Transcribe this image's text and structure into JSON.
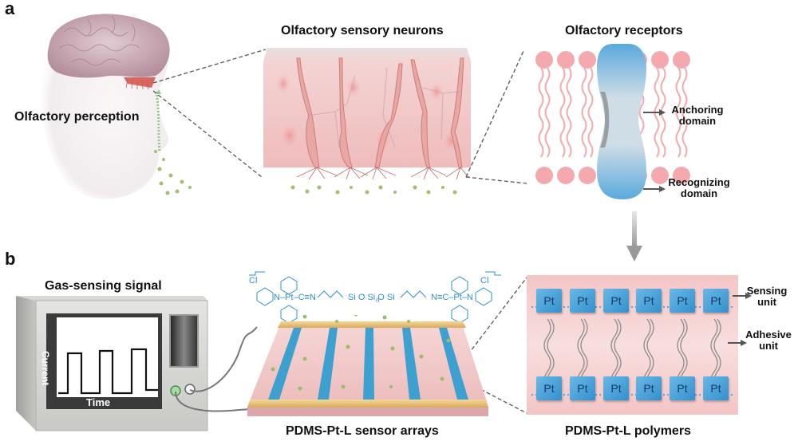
{
  "panels": {
    "a": {
      "letter": "a",
      "perception_label": "Olfactory perception",
      "neurons_title": "Olfactory sensory neurons",
      "receptors_title": "Olfactory receptors",
      "anchoring_label_1": "Anchoring",
      "anchoring_label_2": "domain",
      "recognizing_label_1": "Recognizing",
      "recognizing_label_2": "domain"
    },
    "b": {
      "letter": "b",
      "signal_title": "Gas-sensing signal",
      "y_axis": "Current",
      "x_axis": "Time",
      "array_label": "PDMS-Pt-L sensor arrays",
      "polymer_label": "PDMS-Pt-L polymers",
      "sensing_label_1": "Sensing",
      "sensing_label_2": "unit",
      "adhesive_label_1": "Adhesive",
      "adhesive_label_2": "unit",
      "pt_label": "Pt",
      "chem": {
        "counter_ion": "Cl",
        "left_fragment": "N–Pt–C≡N",
        "right_fragment": "N≡C–Pt–N",
        "siloxane": "Si O Si O Si",
        "repeat": "n",
        "N": "N",
        "C": "C"
      }
    }
  },
  "colors": {
    "brain": "#c9a9b4",
    "tissue": "#f1c4c4",
    "neuron": "#d47f7f",
    "odor": "#9dbb6b",
    "receptor_blue": "#5aa7d9",
    "lipid": "#f2a8ad",
    "gold": "#e8c27a",
    "stripe": "#3ea0cf",
    "pt_block": "#4ba3da",
    "chem_blue": "#2f8fd0",
    "arrow_gray": "#555555"
  }
}
